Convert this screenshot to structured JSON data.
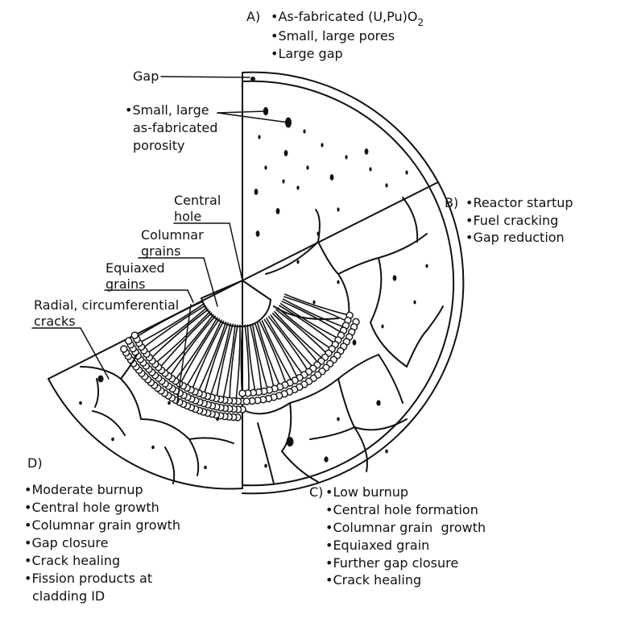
{
  "diagram": {
    "ink_color": "#111111",
    "paper_color": "#ffffff",
    "panel_a": {
      "header": "A)",
      "bullets": [
        "•As-fabricated (U,Pu)O",
        "•Small, large pores",
        "•Large gap"
      ],
      "subscript": "2"
    },
    "panel_b": {
      "header": "B)",
      "bullets": [
        "•Reactor startup",
        "•Fuel cracking",
        "•Gap reduction"
      ]
    },
    "panel_c": {
      "header": "C)",
      "bullets": [
        "•Low burnup",
        "•Central hole formation",
        "•Columnar grain  growth",
        "•Equiaxed grain",
        "•Further gap closure",
        "•Crack healing"
      ]
    },
    "panel_d": {
      "header": "D)",
      "bullets": [
        "•Moderate burnup",
        "•Central hole growth",
        "•Columnar grain growth",
        "•Gap closure",
        "•Crack healing",
        "•Fission products at",
        "cladding ID"
      ]
    },
    "callouts": {
      "gap": "Gap",
      "porosity": [
        "•Small, large",
        "as-fabricated",
        "porosity"
      ],
      "central_hole": [
        "Central",
        "hole"
      ],
      "columnar_grains": [
        "Columnar",
        "grains"
      ],
      "equiaxed_grains": [
        "Equiaxed",
        "grains"
      ],
      "cracks": [
        "Radial, circumferential",
        "cracks"
      ]
    }
  }
}
